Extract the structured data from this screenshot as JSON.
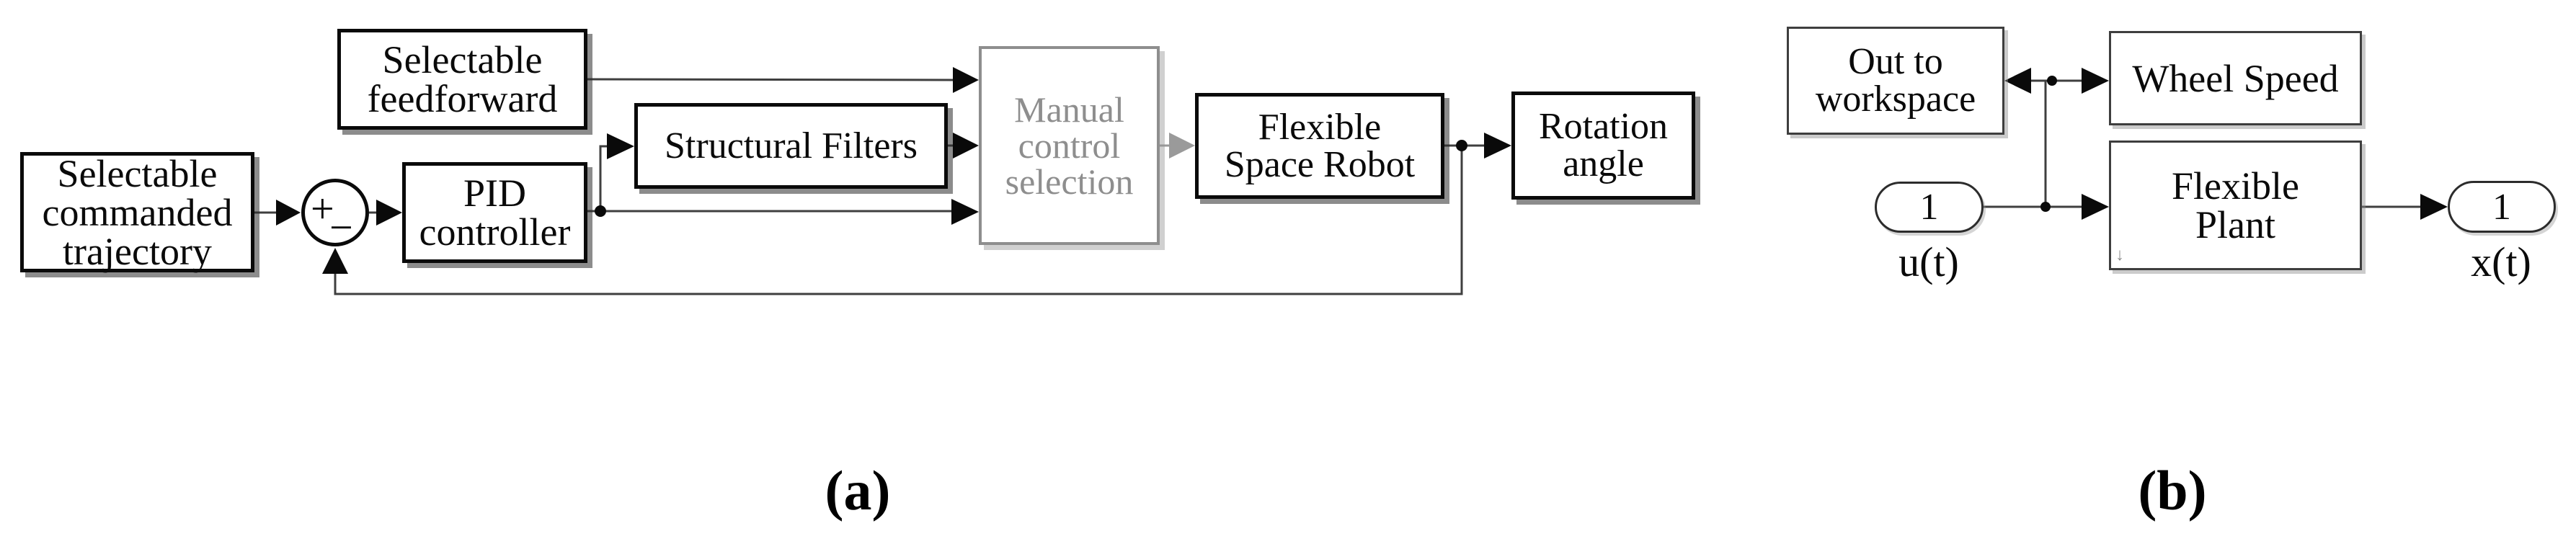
{
  "panels": {
    "a": {
      "caption": "(a)",
      "blocks": {
        "trajectory": {
          "l1": "Selectable",
          "l2": "commanded",
          "l3": "trajectory"
        },
        "feedforward": {
          "l1": "Selectable",
          "l2": "feedforward"
        },
        "pid": {
          "l1": "PID",
          "l2": "controller"
        },
        "filters": {
          "l1": "Structural Filters"
        },
        "manual": {
          "l1": "Manual",
          "l2": "control",
          "l3": "selection"
        },
        "robot": {
          "l1": "Flexible",
          "l2": "Space Robot"
        },
        "rotation": {
          "l1": "Rotation",
          "l2": "angle"
        }
      },
      "sum_junction": {
        "plus": "+",
        "minus": "−"
      }
    },
    "b": {
      "caption": "(b)",
      "blocks": {
        "workspace": {
          "l1": "Out to",
          "l2": "workspace"
        },
        "wheel": {
          "l1": "Wheel Speed"
        },
        "plant": {
          "l1": "Flexible",
          "l2": "Plant"
        }
      },
      "ports": {
        "in": {
          "value": "1",
          "label": "u(t)"
        },
        "out": {
          "value": "1",
          "label": "x(t)"
        }
      },
      "plant_mask_icon": "↓"
    }
  },
  "colors": {
    "wire": "#3f3f3f",
    "arrow": "#0a0a0a",
    "muted_arrow": "#9a9a9a",
    "block_border": "#0a0a0a",
    "muted_block": "#8e8e8e",
    "background": "#ffffff"
  }
}
